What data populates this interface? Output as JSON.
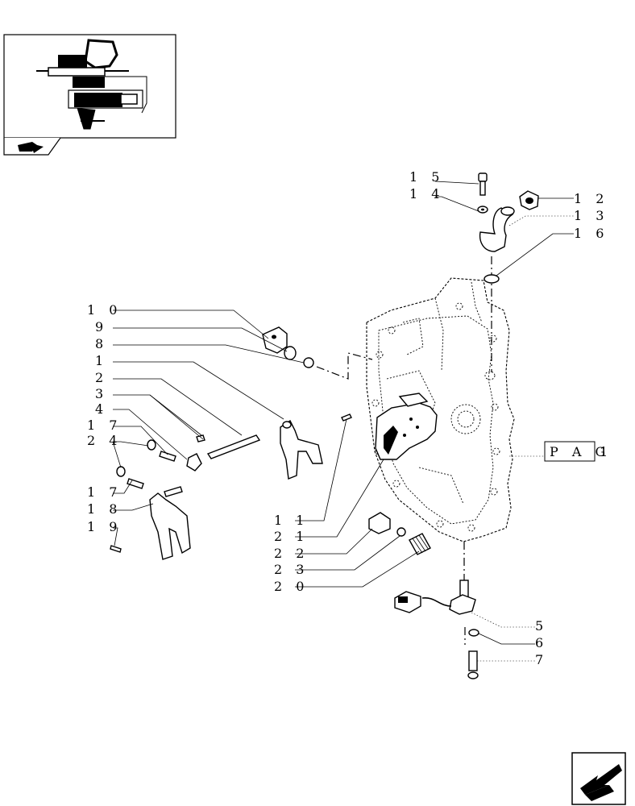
{
  "callouts": [
    {
      "id": "15",
      "text": "1 5"
    },
    {
      "id": "14",
      "text": "1 4"
    },
    {
      "id": "12",
      "text": "1 2"
    },
    {
      "id": "13",
      "text": "1 3"
    },
    {
      "id": "16",
      "text": "1 6"
    },
    {
      "id": "10",
      "text": "1 0"
    },
    {
      "id": "9",
      "text": "9"
    },
    {
      "id": "8",
      "text": "8"
    },
    {
      "id": "1",
      "text": "1"
    },
    {
      "id": "2",
      "text": "2"
    },
    {
      "id": "3",
      "text": "3"
    },
    {
      "id": "4",
      "text": "4"
    },
    {
      "id": "17a",
      "text": "1 7"
    },
    {
      "id": "24",
      "text": "2 4"
    },
    {
      "id": "17b",
      "text": "1 7"
    },
    {
      "id": "18",
      "text": "1 8"
    },
    {
      "id": "19",
      "text": "1 9"
    },
    {
      "id": "11",
      "text": "1 1"
    },
    {
      "id": "21",
      "text": "2 1"
    },
    {
      "id": "22",
      "text": "2 2"
    },
    {
      "id": "23",
      "text": "2 3"
    },
    {
      "id": "20",
      "text": "2 0"
    },
    {
      "id": "5",
      "text": "5"
    },
    {
      "id": "6",
      "text": "6"
    },
    {
      "id": "7",
      "text": "7"
    }
  ],
  "page_ref": {
    "box_text": "P A G",
    "number": "1"
  },
  "icons": {
    "nav_back": "book-arrow-icon",
    "nav_next": "next-page-arrow-icon"
  }
}
